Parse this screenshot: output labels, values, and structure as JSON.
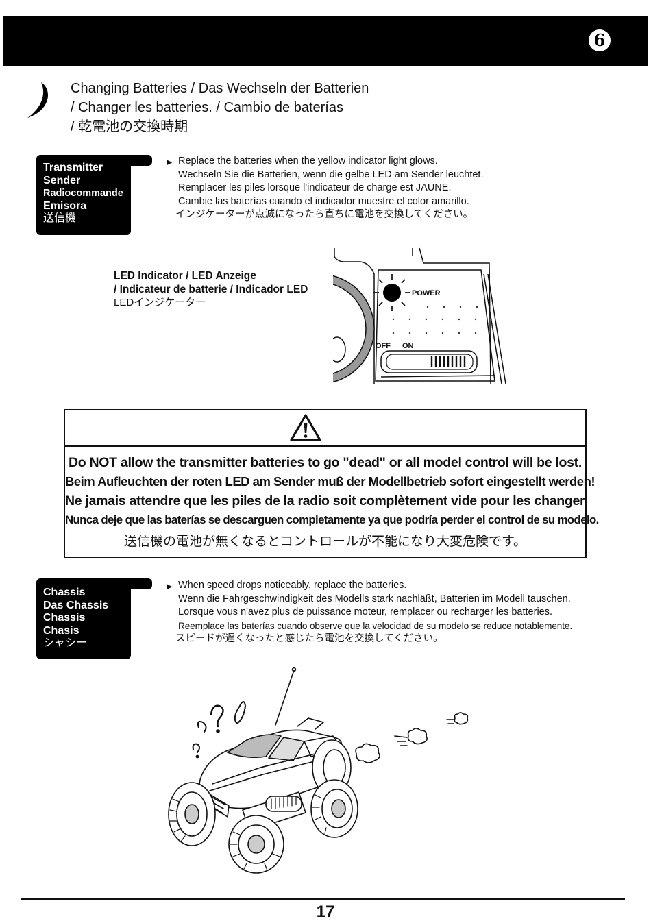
{
  "header": {
    "step_number": "6"
  },
  "section": {
    "title_lines": [
      "Changing Batteries / Das Wechseln der Batterien",
      "/ Changer les batteries.  / Cambio de baterías",
      "/ 乾電池の交換時期"
    ]
  },
  "transmitter": {
    "label_lines": [
      "Transmitter",
      "Sender",
      "Radiocommande",
      "Emisora",
      "送信機"
    ],
    "arrow": "►",
    "instructions": [
      "Replace the batteries when the yellow indicator light glows.",
      "Wechseln Sie die Batterien, wenn die gelbe LED am Sender leuchtet.",
      "Remplacer les piles lorsque l'indicateur de charge est JAUNE.",
      "Cambie las baterías cuando el indicador muestre el color amarillo.",
      "インジケーターが点滅になったら直ちに電池を交換してください。"
    ]
  },
  "led_indicator": {
    "caption_lines": [
      "LED Indicator / LED Anzeige",
      "/ Indicateur de batterie / Indicador LED",
      "LEDインジケーター"
    ],
    "power_label": "POWER",
    "off_label": "OFF",
    "on_label": "ON"
  },
  "warning": {
    "icon": "warning-triangle-icon",
    "lines": [
      "Do NOT allow the transmitter batteries to go \"dead\" or all model control will be lost.",
      "Beim Aufleuchten der roten LED am Sender muß der Modellbetrieb sofort eingestellt werden!",
      "Ne jamais attendre que les piles de la radio soit complètement vide pour les changer.",
      "Nunca deje que las baterías se descarguen completamente ya que podría perder el control de su modelo.",
      "送信機の電池が無くなるとコントロールが不能になり大変危険です。"
    ]
  },
  "chassis": {
    "label_lines": [
      "Chassis",
      "Das Chassis",
      "Chassis",
      "Chasis",
      "シャシー"
    ],
    "arrow": "►",
    "instructions": [
      "When speed drops noticeably, replace the batteries.",
      "Wenn die Fahrgeschwindigkeit des Modells stark nachläßt, Batterien im Modell tauschen.",
      "Lorsque vous n'avez plus de puissance moteur, remplacer ou recharger les batteries.",
      "Reemplace las baterías cuando observe que la velocidad de su modelo se reduce notablemente.",
      "スピードが遅くなったと感じたら電池を交換してください。"
    ]
  },
  "footer": {
    "page_number": "17"
  }
}
